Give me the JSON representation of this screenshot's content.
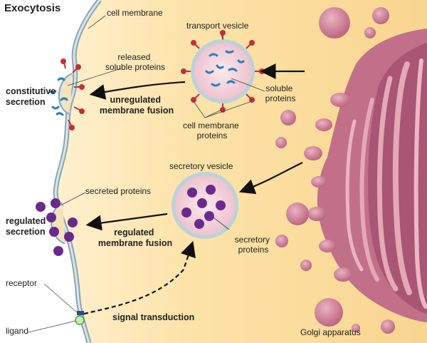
{
  "title": "Exocytosis",
  "labels": {
    "cell_membrane": "cell membrane",
    "transport_vesicle": "transport vesicle",
    "released_soluble_proteins": [
      "released",
      "soluble proteins"
    ],
    "soluble_proteins": [
      "soluble",
      "proteins"
    ],
    "cell_membrane_proteins": [
      "cell membrane",
      "proteins"
    ],
    "constitutive_secretion": [
      "constitutive",
      "secretion"
    ],
    "unregulated_membrane_fusion": [
      "unregulated",
      "membrane fusion"
    ],
    "secretory_vesicle": "secretory vesicle",
    "secreted_proteins": "secreted proteins",
    "secretory_proteins": [
      "secretory",
      "proteins"
    ],
    "regulated_secretion": [
      "regulated",
      "secretion"
    ],
    "regulated_membrane_fusion": [
      "regulated",
      "membrane fusion"
    ],
    "receptor": "receptor",
    "ligand": "ligand",
    "signal_transduction": "signal transduction",
    "golgi_apparatus": "Golgi apparatus"
  },
  "colors": {
    "cytoplasm": "#fbe0a4",
    "cytoplasm_light": "#fff2d6",
    "membrane": "#b9cfd6",
    "golgi": "#c97a93",
    "golgi_light": "#e2a6b6",
    "golgi_dark": "#9a4f68",
    "vesicle_fill": "#f6dbe2",
    "protein_purple": "#6a2a8c",
    "soluble_blue": "#2a7fb8",
    "protein_red": "#c0303a"
  }
}
